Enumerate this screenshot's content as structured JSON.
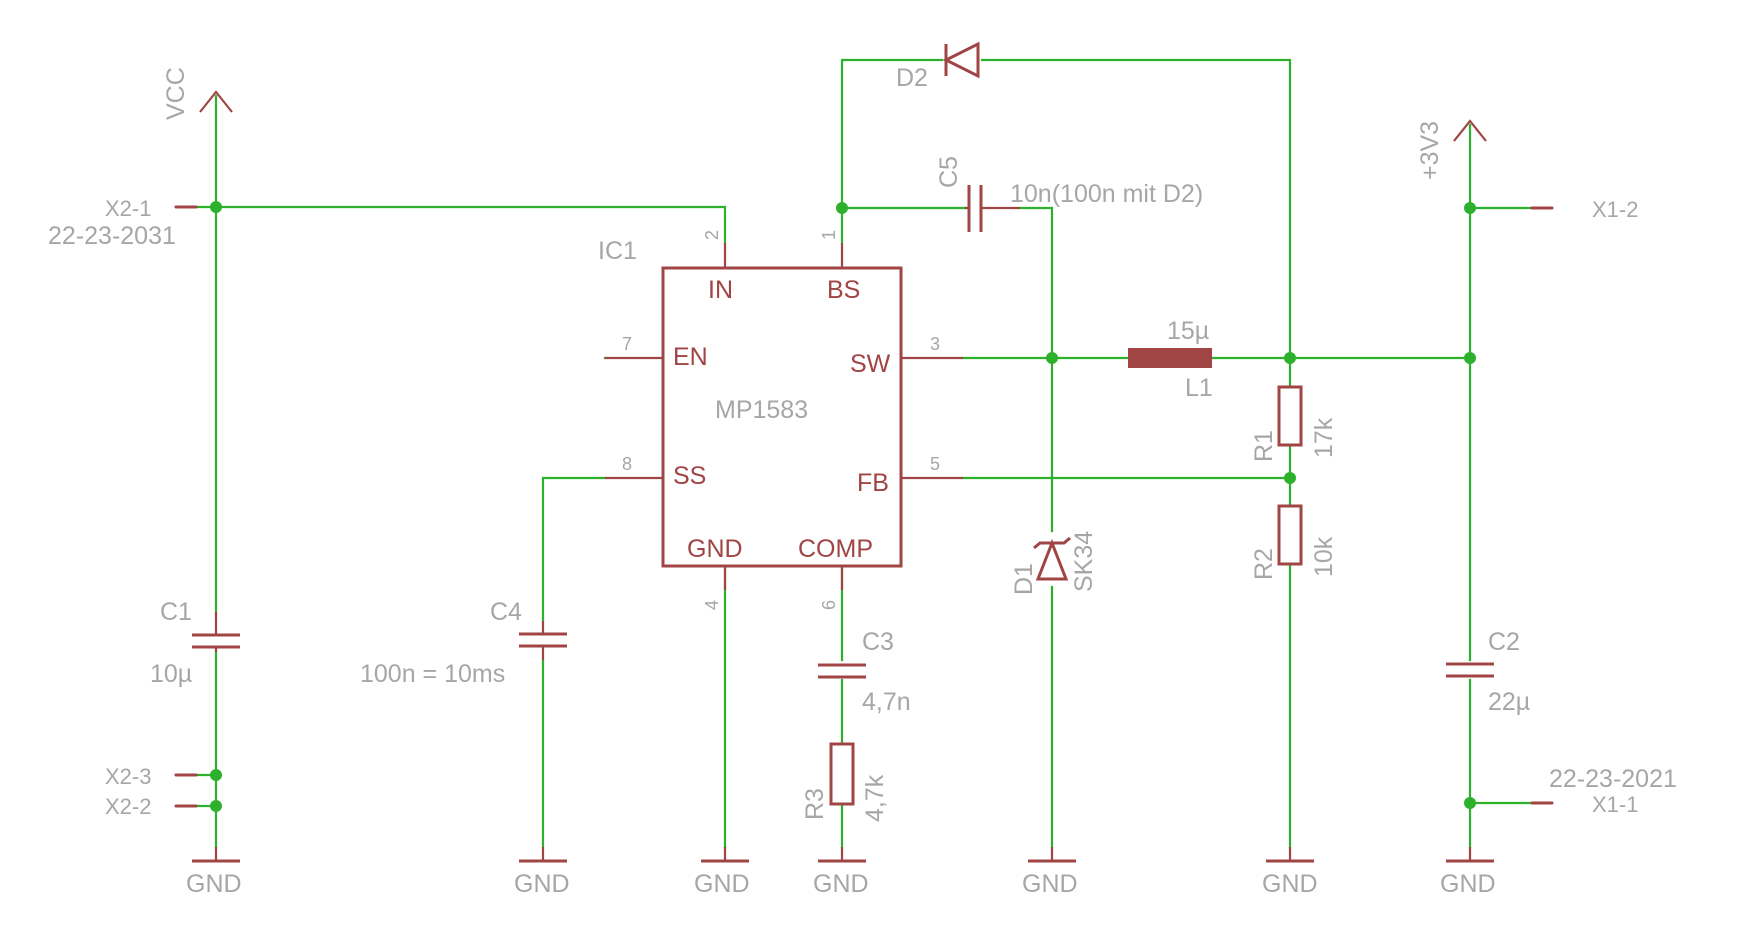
{
  "colors": {
    "wire": "#2db12d",
    "symbol": "#a04444",
    "text": "#a6a6a6",
    "background": "#ffffff"
  },
  "supplies": {
    "vcc": "VCC",
    "v3v3": "+3V3"
  },
  "ic": {
    "name": "IC1",
    "value": "MP1583",
    "pins": {
      "in": "IN",
      "bs": "BS",
      "en": "EN",
      "sw": "SW",
      "ss": "SS",
      "fb": "FB",
      "gnd": "GND",
      "comp": "COMP"
    },
    "pin_numbers": {
      "in": "2",
      "bs": "1",
      "en": "7",
      "sw": "3",
      "ss": "8",
      "fb": "5",
      "gnd": "4",
      "comp": "6"
    }
  },
  "connectors": {
    "x2_1": "X2-1",
    "x2_type": "22-23-2031",
    "x2_3": "X2-3",
    "x2_2": "X2-2",
    "x1_2": "X1-2",
    "x1_type": "22-23-2021",
    "x1_1": "X1-1"
  },
  "components": {
    "c1": {
      "name": "C1",
      "value": "10µ"
    },
    "c2": {
      "name": "C2",
      "value": "22µ"
    },
    "c3": {
      "name": "C3",
      "value": "4,7n"
    },
    "c4": {
      "name": "C4",
      "value": "100n = 10ms"
    },
    "c5": {
      "name": "C5",
      "value": "10n(100n mit D2)"
    },
    "r1": {
      "name": "R1",
      "value": "17k"
    },
    "r2": {
      "name": "R2",
      "value": "10k"
    },
    "r3": {
      "name": "R3",
      "value": "4,7k"
    },
    "l1": {
      "name": "L1",
      "value": "15µ"
    },
    "d1": {
      "name": "D1",
      "value": "SK34"
    },
    "d2": {
      "name": "D2"
    }
  },
  "ground": {
    "label": "GND"
  }
}
